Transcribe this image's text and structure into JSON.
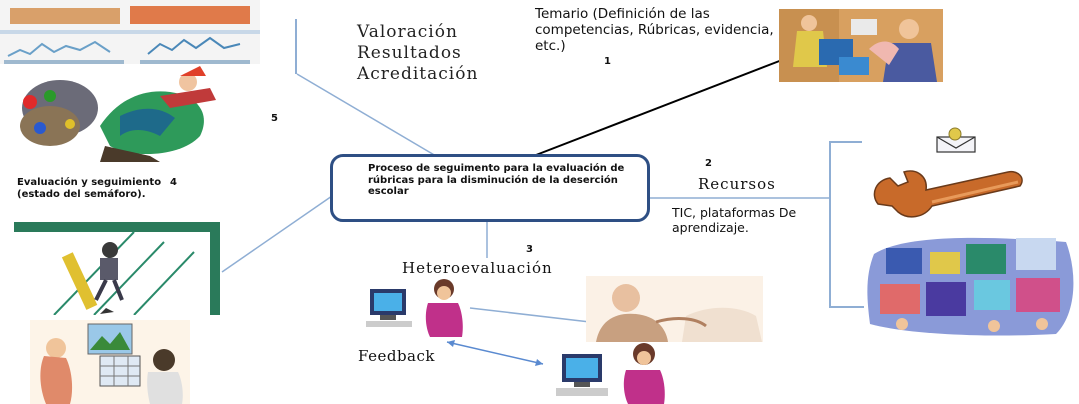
{
  "texts": {
    "valoracion": [
      "Valoración",
      "Resultados",
      "Acreditación"
    ],
    "temario": "Temario (Definición de las competencias, Rúbricas, evidencia, etc.)",
    "num1": "1",
    "num2": "2",
    "num3": "3",
    "num4": "4",
    "num5": "5",
    "evaluacion": "Evaluación y seguimiento (estado del semáforo).",
    "process": "Proceso de seguimento para la evaluación de rúbricas para la disminución de la deserción escolar",
    "recursos": "Recursos",
    "tic": "TIC, plataformas De aprendizaje.",
    "hetero": "Heteroevaluación",
    "feedback": "Feedback"
  },
  "colors": {
    "box_border": "#2e4f84",
    "connector": "#8faed4",
    "black_line": "#000000"
  },
  "icons": {
    "top_left": "charts-clipart",
    "person_jump": "business-person-clipart",
    "pencil_man": "pencil-climber-clipart",
    "office": "office-people-clipart",
    "meeting": "meeting-clipart",
    "envelope": "envelope-clipart",
    "wrench": "wrench-clipart",
    "collage": "computer-collage-clipart",
    "computer_user_1": "computer-user-clipart",
    "handshake": "handshake-clipart",
    "computer_user_2": "computer-user-clipart"
  }
}
